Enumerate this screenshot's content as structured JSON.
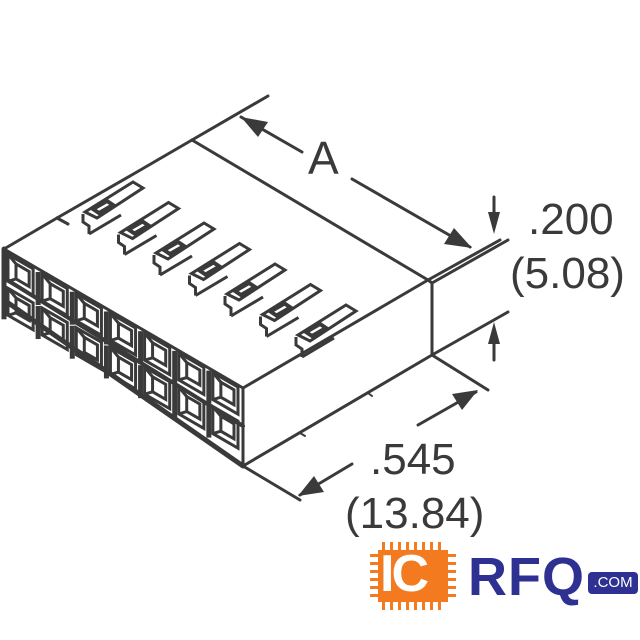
{
  "drawing": {
    "subject": "2-row, 7-position rectangular connector housing (isometric view)",
    "rows": 2,
    "positions_per_row": 7,
    "line_color": "#3a3a3a",
    "background_color": "#ffffff"
  },
  "dimensions": {
    "length": {
      "label": "A"
    },
    "height": {
      "inches": ".200",
      "mm": "(5.08)"
    },
    "width": {
      "inches": ".545",
      "mm": "(13.84)"
    }
  },
  "watermark": {
    "ic_text": "IC",
    "rfq_text": "RFQ",
    "com_text": ".COM",
    "orange": "#f47a20",
    "blue": "#2e3192"
  }
}
